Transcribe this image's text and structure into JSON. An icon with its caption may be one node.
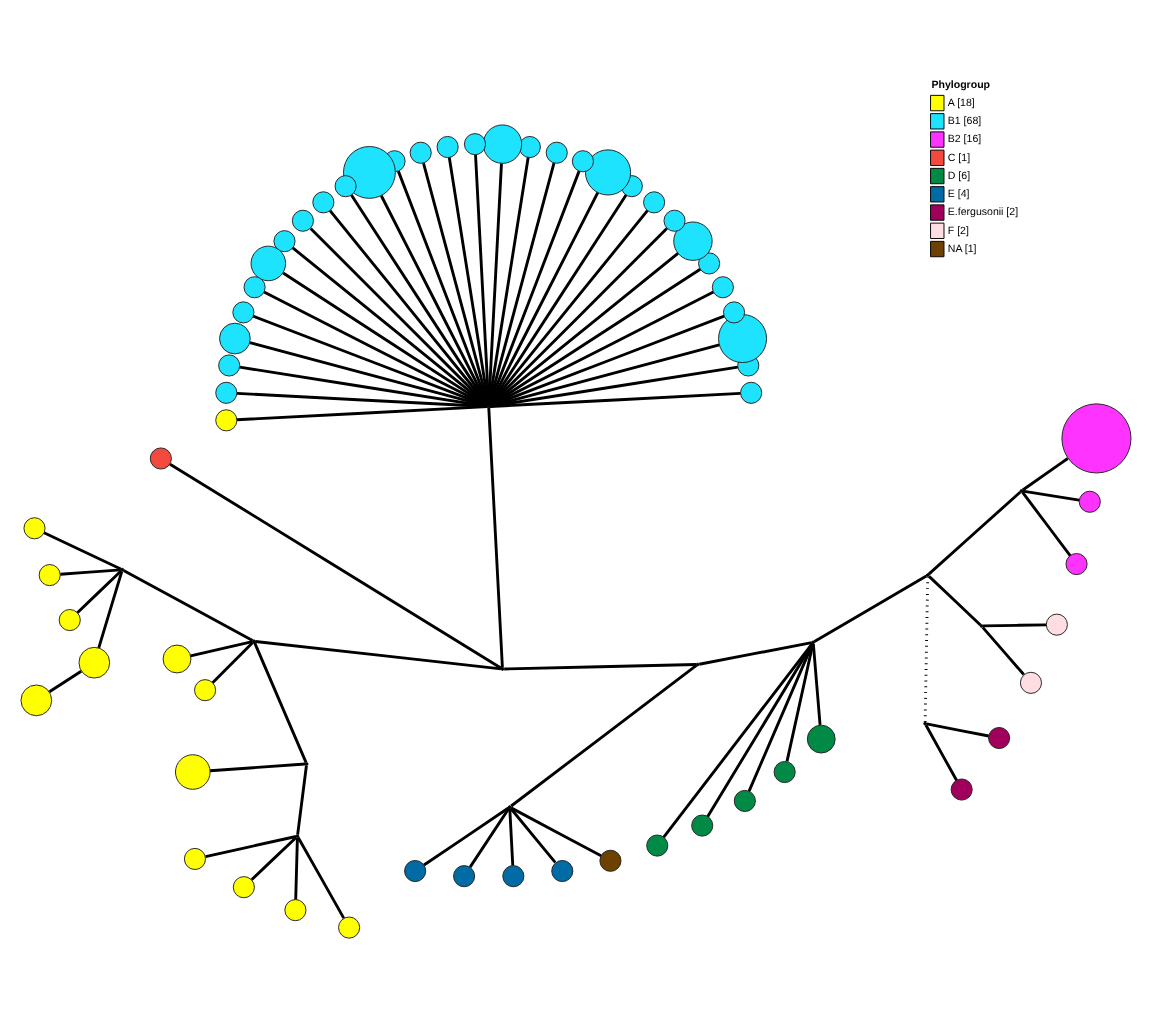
{
  "diagram": {
    "nodes": [
      {
        "text": [],
        "shape": "point"
      },
      {
        "text": [],
        "shape": "circle"
      },
      {
        "text": [],
        "shape": "circle"
      },
      {
        "text": [],
        "shape": "circle"
      },
      {
        "text": [],
        "shape": "circle"
      },
      {
        "text": [],
        "shape": "circle"
      },
      {
        "text": [],
        "shape": "circle"
      },
      {
        "text": [],
        "shape": "circle"
      },
      {
        "text": [],
        "shape": "circle"
      },
      {
        "text": [],
        "shape": "circle"
      },
      {
        "text": [],
        "shape": "circle"
      },
      {
        "text": [],
        "shape": "circle"
      },
      {
        "text": [],
        "shape": "circle"
      },
      {
        "text": [],
        "shape": "circle"
      },
      {
        "text": [],
        "shape": "circle"
      },
      {
        "text": [],
        "shape": "circle"
      },
      {
        "text": [],
        "shape": "circle"
      },
      {
        "text": [],
        "shape": "circle"
      },
      {
        "text": [],
        "shape": "circle"
      },
      {
        "text": [],
        "shape": "circle"
      },
      {
        "text": [],
        "shape": "circle"
      },
      {
        "text": [],
        "shape": "circle"
      },
      {
        "text": [],
        "shape": "circle"
      },
      {
        "text": [],
        "shape": "circle"
      },
      {
        "text": [],
        "shape": "circle"
      },
      {
        "text": [],
        "shape": "circle"
      },
      {
        "text": [],
        "shape": "circle"
      },
      {
        "text": [],
        "shape": "circle"
      },
      {
        "text": [],
        "shape": "circle"
      },
      {
        "text": [],
        "shape": "circle"
      },
      {
        "text": [],
        "shape": "circle"
      },
      {
        "text": [],
        "shape": "circle"
      },
      {
        "text": [],
        "shape": "point"
      },
      {
        "text": [],
        "shape": "circle"
      },
      {
        "text": [],
        "shape": "point"
      },
      {
        "text": [],
        "shape": "point"
      },
      {
        "text": [],
        "shape": "point"
      },
      {
        "text": [],
        "shape": "circle"
      },
      {
        "text": [],
        "shape": "circle"
      },
      {
        "text": [],
        "shape": "circle"
      },
      {
        "text": [],
        "shape": "circle"
      },
      {
        "text": [],
        "shape": "circle"
      },
      {
        "text": [],
        "shape": "circle"
      },
      {
        "text": [],
        "shape": "circle"
      },
      {
        "text": [],
        "shape": "point"
      },
      {
        "text": [],
        "shape": "circle"
      },
      {
        "text": [],
        "shape": "point"
      },
      {
        "text": [],
        "shape": "circle"
      },
      {
        "text": [],
        "shape": "circle"
      },
      {
        "text": [],
        "shape": "circle"
      },
      {
        "text": [],
        "shape": "circle"
      },
      {
        "text": [],
        "shape": "point"
      },
      {
        "text": [],
        "shape": "circle"
      },
      {
        "text": [],
        "shape": "circle"
      },
      {
        "text": [],
        "shape": "circle"
      },
      {
        "text": [],
        "shape": "circle"
      },
      {
        "text": [],
        "shape": "circle"
      },
      {
        "text": [],
        "shape": "point"
      },
      {
        "text": [],
        "shape": "circle"
      },
      {
        "text": [],
        "shape": "circle"
      },
      {
        "text": [],
        "shape": "circle"
      },
      {
        "text": [],
        "shape": "circle"
      },
      {
        "text": [],
        "shape": "circle"
      },
      {
        "text": [],
        "shape": "point"
      },
      {
        "text": [],
        "shape": "point"
      },
      {
        "text": [],
        "shape": "circle"
      },
      {
        "text": [],
        "shape": "circle"
      },
      {
        "text": [],
        "shape": "point"
      },
      {
        "text": [],
        "shape": "circle"
      },
      {
        "text": [],
        "shape": "circle"
      },
      {
        "text": [],
        "shape": "point"
      },
      {
        "text": [],
        "shape": "circle"
      },
      {
        "text": [],
        "shape": "circle"
      },
      {
        "text": [],
        "shape": "circle"
      }
    ],
    "edges": [
      {
        "from": 0,
        "to": 1,
        "arrow": "none"
      },
      {
        "from": 0,
        "to": 2,
        "arrow": "none"
      },
      {
        "from": 0,
        "to": 3,
        "arrow": "none"
      },
      {
        "from": 0,
        "to": 4,
        "arrow": "none"
      },
      {
        "from": 0,
        "to": 5,
        "arrow": "none"
      },
      {
        "from": 0,
        "to": 6,
        "arrow": "none"
      },
      {
        "from": 0,
        "to": 7,
        "arrow": "none"
      },
      {
        "from": 0,
        "to": 8,
        "arrow": "none"
      },
      {
        "from": 0,
        "to": 9,
        "arrow": "none"
      },
      {
        "from": 0,
        "to": 10,
        "arrow": "none"
      },
      {
        "from": 0,
        "to": 11,
        "arrow": "none"
      },
      {
        "from": 0,
        "to": 12,
        "arrow": "none"
      },
      {
        "from": 0,
        "to": 13,
        "arrow": "none"
      },
      {
        "from": 0,
        "to": 14,
        "arrow": "none"
      },
      {
        "from": 0,
        "to": 15,
        "arrow": "none"
      },
      {
        "from": 0,
        "to": 16,
        "arrow": "none"
      },
      {
        "from": 0,
        "to": 17,
        "arrow": "none"
      },
      {
        "from": 0,
        "to": 18,
        "arrow": "none"
      },
      {
        "from": 0,
        "to": 19,
        "arrow": "none"
      },
      {
        "from": 0,
        "to": 20,
        "arrow": "none"
      },
      {
        "from": 0,
        "to": 21,
        "arrow": "none"
      },
      {
        "from": 0,
        "to": 22,
        "arrow": "none"
      },
      {
        "from": 0,
        "to": 23,
        "arrow": "none"
      },
      {
        "from": 0,
        "to": 24,
        "arrow": "none"
      },
      {
        "from": 0,
        "to": 25,
        "arrow": "none"
      },
      {
        "from": 0,
        "to": 26,
        "arrow": "none"
      },
      {
        "from": 0,
        "to": 27,
        "arrow": "none"
      },
      {
        "from": 0,
        "to": 28,
        "arrow": "none"
      },
      {
        "from": 0,
        "to": 29,
        "arrow": "none"
      },
      {
        "from": 0,
        "to": 30,
        "arrow": "none"
      },
      {
        "from": 0,
        "to": 31,
        "arrow": "none"
      },
      {
        "from": 0,
        "to": 32,
        "arrow": "none"
      },
      {
        "from": 32,
        "to": 33,
        "arrow": "none"
      },
      {
        "from": 32,
        "to": 34,
        "arrow": "none"
      },
      {
        "from": 32,
        "to": 35,
        "arrow": "none"
      },
      {
        "from": 34,
        "to": 36,
        "arrow": "none"
      },
      {
        "from": 36,
        "to": 37,
        "arrow": "none"
      },
      {
        "from": 36,
        "to": 38,
        "arrow": "none"
      },
      {
        "from": 36,
        "to": 39,
        "arrow": "none"
      },
      {
        "from": 36,
        "to": 40,
        "arrow": "none"
      },
      {
        "from": 40,
        "to": 41,
        "arrow": "none"
      },
      {
        "from": 34,
        "to": 42,
        "arrow": "none"
      },
      {
        "from": 34,
        "to": 43,
        "arrow": "none"
      },
      {
        "from": 34,
        "to": 44,
        "arrow": "none"
      },
      {
        "from": 44,
        "to": 45,
        "arrow": "none"
      },
      {
        "from": 44,
        "to": 46,
        "arrow": "none"
      },
      {
        "from": 46,
        "to": 47,
        "arrow": "none"
      },
      {
        "from": 46,
        "to": 48,
        "arrow": "none"
      },
      {
        "from": 46,
        "to": 49,
        "arrow": "none"
      },
      {
        "from": 46,
        "to": 50,
        "arrow": "none"
      },
      {
        "from": 35,
        "to": 51,
        "arrow": "none"
      },
      {
        "from": 51,
        "to": 52,
        "arrow": "none"
      },
      {
        "from": 51,
        "to": 53,
        "arrow": "none"
      },
      {
        "from": 51,
        "to": 54,
        "arrow": "none"
      },
      {
        "from": 51,
        "to": 55,
        "arrow": "none"
      },
      {
        "from": 51,
        "to": 56,
        "arrow": "none"
      },
      {
        "from": 35,
        "to": 57,
        "arrow": "none"
      },
      {
        "from": 57,
        "to": 58,
        "arrow": "none"
      },
      {
        "from": 57,
        "to": 59,
        "arrow": "none"
      },
      {
        "from": 57,
        "to": 60,
        "arrow": "none"
      },
      {
        "from": 57,
        "to": 61,
        "arrow": "none"
      },
      {
        "from": 57,
        "to": 62,
        "arrow": "none"
      },
      {
        "from": 57,
        "to": 63,
        "arrow": "none"
      },
      {
        "from": 63,
        "to": 64,
        "arrow": "none",
        "style": "dashed"
      },
      {
        "from": 64,
        "to": 65,
        "arrow": "none"
      },
      {
        "from": 64,
        "to": 66,
        "arrow": "none"
      },
      {
        "from": 63,
        "to": 67,
        "arrow": "none"
      },
      {
        "from": 67,
        "to": 68,
        "arrow": "none"
      },
      {
        "from": 67,
        "to": 69,
        "arrow": "none"
      },
      {
        "from": 63,
        "to": 70,
        "arrow": "none"
      },
      {
        "from": 70,
        "to": 71,
        "arrow": "none"
      },
      {
        "from": 70,
        "to": 72,
        "arrow": "none"
      },
      {
        "from": 70,
        "to": 73,
        "arrow": "none"
      }
    ],
    "labels": [
      "Phylogroup"
    ],
    "legend": [
      {
        "text": "A [18]",
        "color": "#ffff00"
      },
      {
        "text": "B1 [68]",
        "color": "#1ee3ff"
      },
      {
        "text": "B2 [16]",
        "color": "#ff33ff"
      },
      {
        "text": "C [1]",
        "color": "#f4493f"
      },
      {
        "text": "D [6]",
        "color": "#008a45"
      },
      {
        "text": "E [4]",
        "color": "#006ba4"
      },
      {
        "text": "E.fergusonii [2]",
        "color": "#a0005c"
      },
      {
        "text": "F [2]",
        "color": "#ffdde3"
      },
      {
        "text": "NA [1]",
        "color": "#6e4100"
      }
    ]
  }
}
